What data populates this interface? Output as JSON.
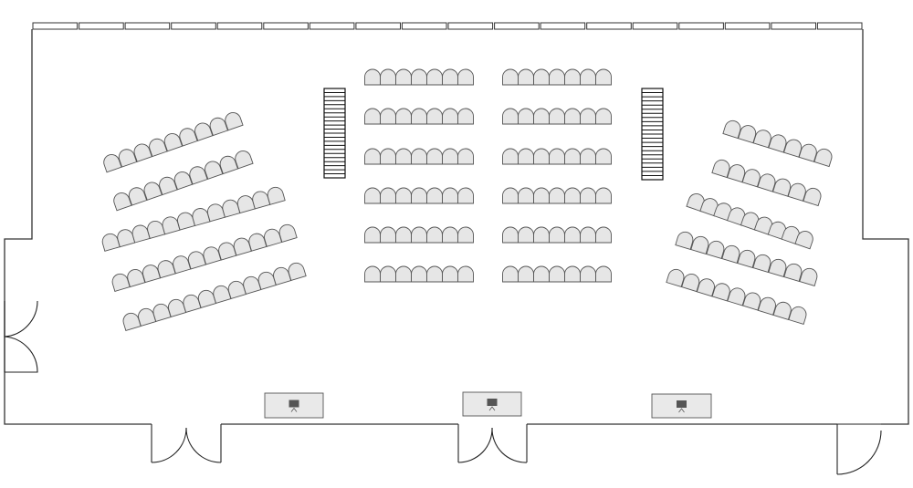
{
  "floor_plan": {
    "layout": "lecture-hall",
    "colors": {
      "wall": "#333333",
      "chair_fill": "#e6e6e6",
      "chair_stroke": "#555555",
      "stair_stroke": "#111111",
      "projector_box": "#e9e9e9",
      "screen_icon": "#555555"
    },
    "windows": {
      "count": 18
    },
    "center_left_block": {
      "rows": 6,
      "seats_per_row": [
        7,
        7,
        7,
        7,
        7,
        7
      ]
    },
    "center_right_block": {
      "rows": 6,
      "seats_per_row": [
        7,
        7,
        7,
        7,
        7,
        7
      ]
    },
    "left_wing": {
      "rows": 5,
      "seats_per_row": [
        9,
        9,
        12,
        12,
        12
      ]
    },
    "right_wing": {
      "rows": 5,
      "seats_per_row": [
        7,
        7,
        9,
        9,
        9
      ]
    },
    "stairs": {
      "count": 2,
      "steps_each": 22
    },
    "projectors": {
      "count": 3,
      "icon": "projector-screen-icon"
    },
    "doors": [
      {
        "name": "west-double-door",
        "type": "double"
      },
      {
        "name": "south-double-door-left",
        "type": "double"
      },
      {
        "name": "south-double-door-center",
        "type": "double"
      },
      {
        "name": "south-single-door",
        "type": "single"
      }
    ]
  }
}
